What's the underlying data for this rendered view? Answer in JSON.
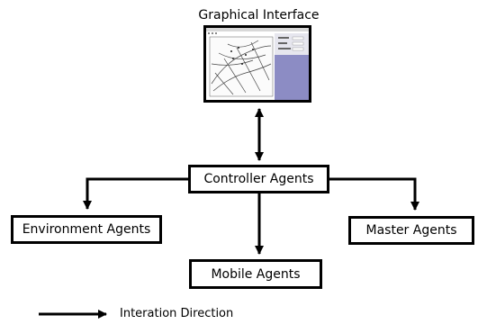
{
  "interface": {
    "title": "Graphical Interface"
  },
  "nodes": {
    "controller": "Controller Agents",
    "environment": "Environment Agents",
    "master": "Master Agents",
    "mobile": "Mobile Agents"
  },
  "legend": {
    "label": "Interation Direction"
  },
  "colors": {
    "stroke": "#000000",
    "screen_panel": "#8c8cc4",
    "background": "#ffffff"
  },
  "icons": {
    "interface_thumbnail": "map-window-screenshot"
  }
}
